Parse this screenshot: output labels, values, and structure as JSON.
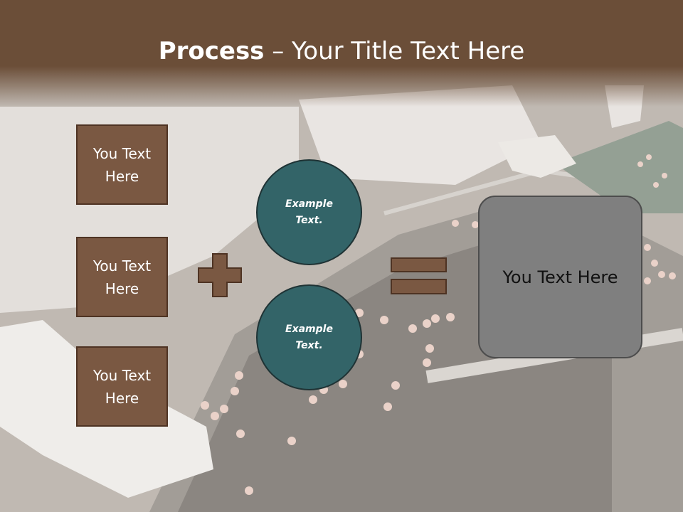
{
  "slide": {
    "title_bold": "Process",
    "title_rest": " – Your Title Text Here",
    "inputs": [
      {
        "label": "You Text Here"
      },
      {
        "label": "You Text Here"
      },
      {
        "label": "You Text Here"
      }
    ],
    "operands": [
      {
        "label": "Example Text."
      },
      {
        "label": "Example Text."
      }
    ],
    "result_label": "You Text Here",
    "colors": {
      "header": "#6b4e38",
      "box_fill": "#7a5842",
      "circle_fill": "#336468",
      "result_fill": "#7f7f7f"
    }
  }
}
